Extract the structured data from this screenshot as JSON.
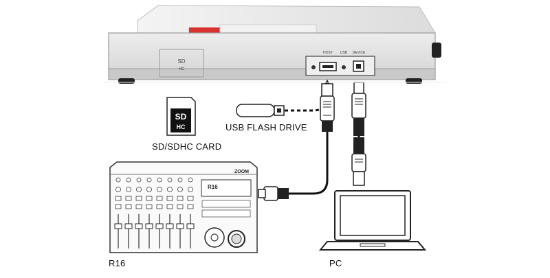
{
  "labels": {
    "sd_card": "SD/SDHC CARD",
    "usb_flash": "USB FLASH DRIVE",
    "r16": "R16",
    "pc": "PC"
  },
  "device": {
    "sd_logo_top": "SD",
    "sd_logo_bottom": "HC",
    "port_host": "HOST",
    "port_usb": "USB",
    "port_device": "DEVICE"
  },
  "mixer": {
    "brand": "ZOOM",
    "model": "R16"
  },
  "card": {
    "logo_top": "SD",
    "logo_bottom": "HC"
  },
  "colors": {
    "device_body": "#e3e3e3",
    "device_side": "#c9c9c9",
    "device_accent": "#d93030",
    "outline": "#333333",
    "cable": "#111111"
  }
}
